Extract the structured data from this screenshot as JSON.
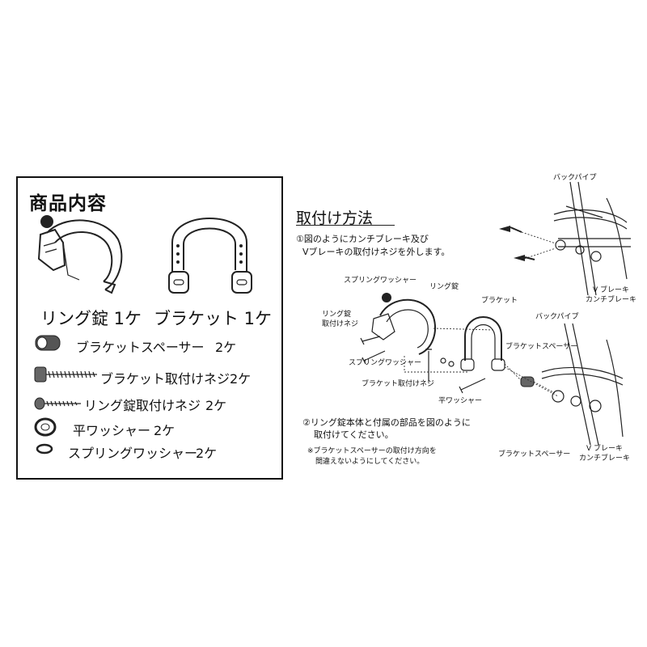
{
  "contents": {
    "title": "商品内容",
    "ring_lock_label": "リング錠 1ケ",
    "bracket_label": "ブラケット 1ケ",
    "parts": [
      {
        "name": "ブラケットスペーサー",
        "qty": "2ケ"
      },
      {
        "name": "ブラケット取付けネジ",
        "qty": "2ケ"
      },
      {
        "name": "リング錠取付けネジ",
        "qty": "2ケ"
      },
      {
        "name": "平ワッシャー",
        "qty": "2ケ"
      },
      {
        "name": "スプリングワッシャー",
        "qty": "2ケ"
      }
    ]
  },
  "install": {
    "title": "取付け方法",
    "step1_line1": "①図のようにカンチブレーキ及び",
    "step1_line2": "Vブレーキの取付けネジを外します。",
    "step2_line1": "②リング錠本体と付属の部品を図のように",
    "step2_line2": "取付けてください。",
    "note_line1": "※ブラケットスペーサーの取付け方向を",
    "note_line2": "間違えないようにしてください。",
    "top_diagram": {
      "back_pipe": "バックパイプ",
      "brake_line1": "V ブレーキ",
      "brake_line2": "カンチブレーキ"
    },
    "assembly_labels": {
      "spring_washer_top": "スプリングワッシャー",
      "ring_lock": "リング錠",
      "ring_lock_screw_line1": "リング錠",
      "ring_lock_screw_line2": "取付けネジ",
      "bracket": "ブラケット",
      "back_pipe": "バックパイプ",
      "bracket_spacer": "ブラケットスペーサー",
      "spring_washer_bottom": "スプリングワッシャー",
      "bracket_screw": "ブラケット取付けネジ",
      "flat_washer": "平ワッシャー",
      "bracket_spacer_bottom": "ブラケットスペーサー",
      "brake_line1": "V ブレーキ",
      "brake_line2": "カンチブレーキ"
    }
  }
}
